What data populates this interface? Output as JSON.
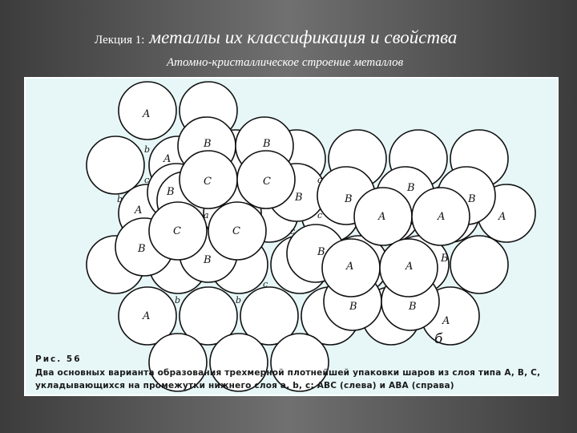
{
  "slide": {
    "title_prefix": "Лекция 1:",
    "title_main": "металлы их классификация и свойства",
    "subtitle": "Атомно-кристаллическое строение металлов"
  },
  "figure": {
    "caption_number": "Рис. 56",
    "caption_line1": "Два основных варианта образования трехмерной плотнейшей упаковки шаров из слоя типа A, B, C,",
    "caption_line2": "укладывающихся на промежутки нижнего слоя a, b, c: ABC (слева) и ABA (справа)",
    "corner_mark": "б",
    "sphere_labels": {
      "A": "A",
      "B": "B",
      "C": "C",
      "a": "a",
      "b": "b",
      "c": "c"
    }
  }
}
